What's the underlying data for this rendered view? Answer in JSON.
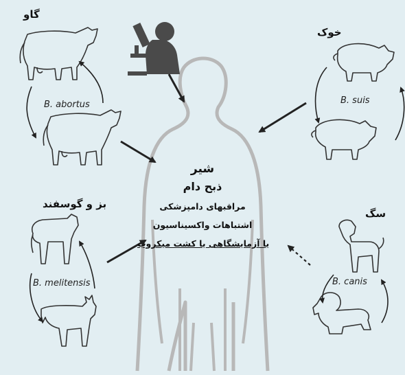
{
  "labels": {
    "cow": "گاو",
    "pig": "خوک",
    "sheep_goat": "بز و گوسفند",
    "dog": "سگ"
  },
  "species": {
    "abortus": "B. abortus",
    "suis": "B. suis",
    "melitensis": "B. melitensis",
    "canis": "B. canis"
  },
  "center": {
    "line1": "شیر",
    "line2": "ذبح دام",
    "line3": "مراقبهای دامپزشکی",
    "line4": "اشتباهات واکسیناسیون",
    "line5": "یا آزمایشگاهی یا کشت میکروب"
  },
  "colors": {
    "background": "#e2eef2",
    "silhouette_outline": "#b8b8b8",
    "animal_outline": "#333333",
    "scientist_fill": "#4a4a4a",
    "arrow": "#222222"
  }
}
